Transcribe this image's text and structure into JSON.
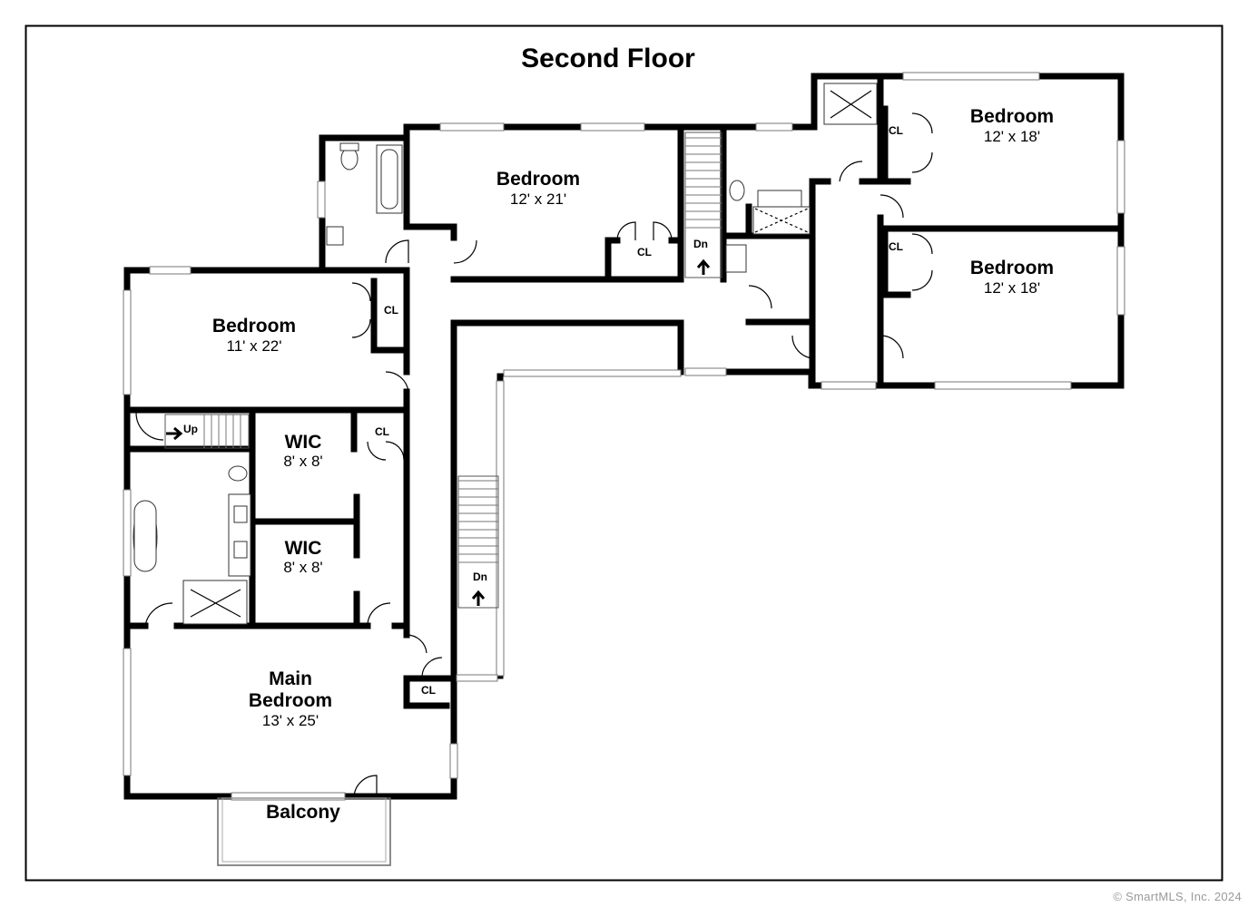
{
  "title": "Second Floor",
  "rooms": [
    {
      "id": "bedroom-left",
      "name": "Bedroom",
      "dims": "11' x 22'"
    },
    {
      "id": "bedroom-top",
      "name": "Bedroom",
      "dims": "12' x 21'"
    },
    {
      "id": "bedroom-right-top",
      "name": "Bedroom",
      "dims": "12' x 18'"
    },
    {
      "id": "bedroom-right-bottom",
      "name": "Bedroom",
      "dims": "12' x 18'"
    },
    {
      "id": "wic-upper",
      "name": "WIC",
      "dims": "8' x 8'"
    },
    {
      "id": "wic-lower",
      "name": "WIC",
      "dims": "8' x 8'"
    },
    {
      "id": "main-bedroom",
      "name_line1": "Main",
      "name_line2": "Bedroom",
      "dims": "13' x 25'"
    }
  ],
  "closet_label": "CL",
  "stair_down_label": "Dn",
  "stair_up_label": "Up",
  "balcony_label": "Balcony",
  "copyright": "© SmartMLS, Inc.  2024"
}
